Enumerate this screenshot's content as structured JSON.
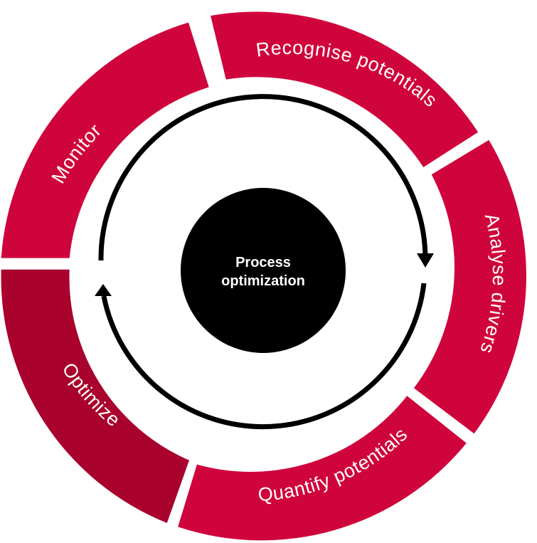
{
  "center": {
    "line1": "Process",
    "line2": "optimization"
  },
  "segments": [
    {
      "label": "Recognise potentials",
      "icon": "none",
      "color": "#d0043c"
    },
    {
      "label": "Analyse drivers",
      "color": "#d0043c"
    },
    {
      "label": "Quantify potentials",
      "color": "#d0043c"
    },
    {
      "label": "Optimize",
      "color": "#a8022d"
    },
    {
      "label": "Monitor",
      "color": "#d0043c"
    }
  ],
  "colors": {
    "ring": "#d0043c",
    "ring_dark": "#a8022d",
    "center": "#000000",
    "arrows": "#000000",
    "background": "#ffffff"
  }
}
